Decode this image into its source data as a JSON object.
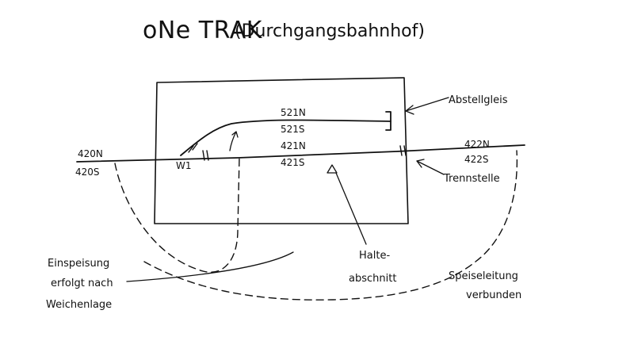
{
  "title": "oNe TRAK",
  "subtitle": "(Durchgangsbahnhof)",
  "tracks": {
    "siding_upper": "521N",
    "siding_lower": "521S",
    "main_station_upper": "421N",
    "main_station_lower": "421S",
    "main_left_upper": "420N",
    "main_left_lower": "420S",
    "main_right_upper": "422N",
    "main_right_lower": "422S",
    "switch": "W1"
  },
  "annotations": {
    "abstellgleis": "Abstellgleis",
    "trennstelle": "Trennstelle",
    "halte_line1": "Halte-",
    "halte_line2": "abschnitt",
    "einspeisung_line1": "Einspeisung",
    "einspeisung_line2": "erfolgt nach",
    "einspeisung_line3": "Weichenlage",
    "speise_line1": "Speiseleitung",
    "speise_line2": "verbunden"
  }
}
